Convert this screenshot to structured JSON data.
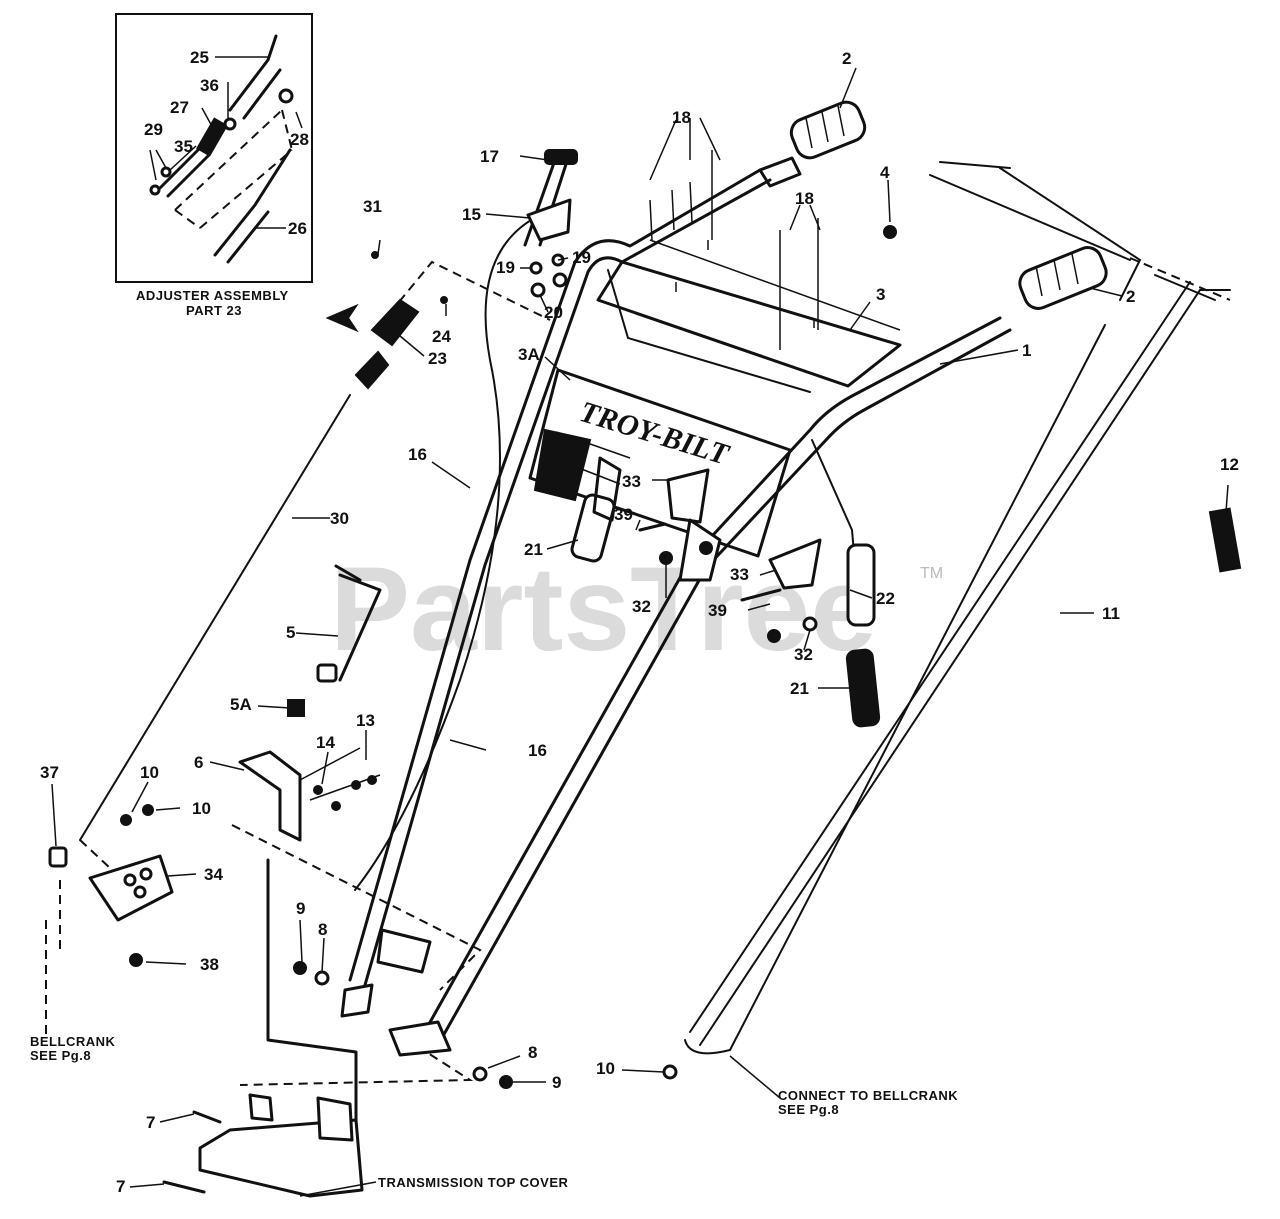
{
  "watermark": {
    "brand": "PartsTree",
    "trademark": "TM"
  },
  "inset": {
    "title_line1": "ADJUSTER ASSEMBLY",
    "title_line2": "PART 23"
  },
  "panel_logo": "TROY-BILT",
  "notes": {
    "bellcrank_left_line1": "BELLCRANK",
    "bellcrank_left_line2": "SEE Pg.8",
    "bellcrank_right_line1": "CONNECT TO BELLCRANK",
    "bellcrank_right_line2": "SEE Pg.8",
    "transmission": "TRANSMISSION TOP COVER"
  },
  "callouts": {
    "c25": "25",
    "c36": "36",
    "c28": "28",
    "c27": "27",
    "c29": "29",
    "c35": "35",
    "c26": "26",
    "c2a": "2",
    "c2b": "2",
    "c18a": "18",
    "c18b": "18",
    "c17": "17",
    "c15": "15",
    "c4": "4",
    "c31": "31",
    "c19a": "19",
    "c19b": "19",
    "c20": "20",
    "c3": "3",
    "c24": "24",
    "c23": "23",
    "c1": "1",
    "c3a": "3A",
    "c12": "12",
    "c16a": "16",
    "c33a": "33",
    "c30": "30",
    "c39a": "39",
    "c21a": "21",
    "c33b": "33",
    "c22": "22",
    "c32a": "32",
    "c39b": "39",
    "c11": "11",
    "c32b": "32",
    "c5": "5",
    "c21b": "21",
    "c5a": "5A",
    "c13": "13",
    "c14": "14",
    "c16b": "16",
    "c6": "6",
    "c37": "37",
    "c10a": "10",
    "c10b": "10",
    "c34": "34",
    "c9a": "9",
    "c8a": "8",
    "c38": "38",
    "c8b": "8",
    "c10c": "10",
    "c9b": "9",
    "c7a": "7",
    "c7b": "7"
  }
}
